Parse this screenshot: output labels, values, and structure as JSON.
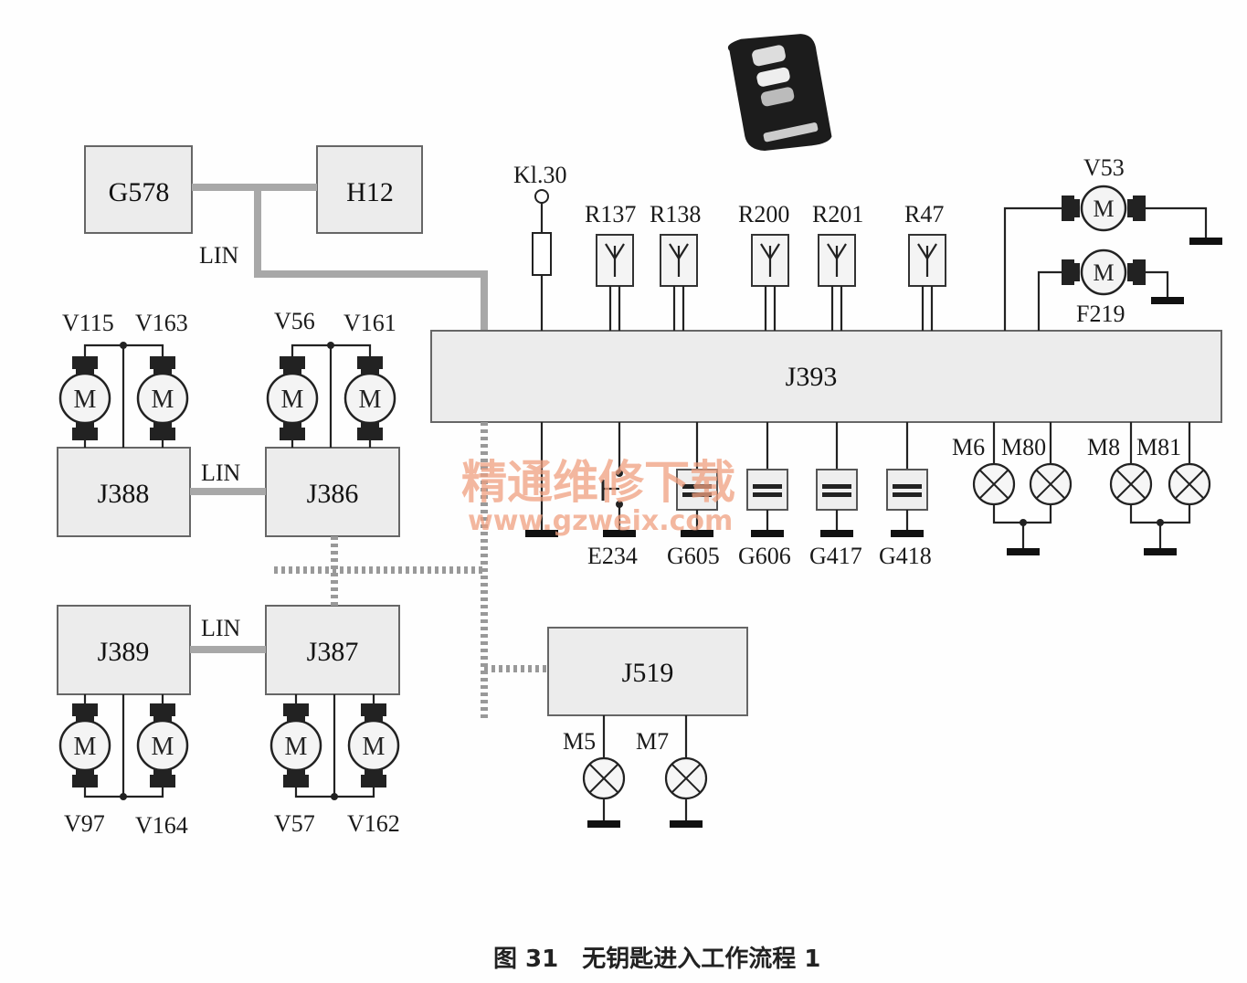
{
  "modules": {
    "g578": "G578",
    "h12": "H12",
    "j393": "J393",
    "j388": "J388",
    "j386": "J386",
    "j389": "J389",
    "j387": "J387",
    "j519": "J519"
  },
  "bus_labels": {
    "lin1": "LIN",
    "lin2": "LIN",
    "lin3": "LIN"
  },
  "terminal": "Kl.30",
  "antennas": [
    "R137",
    "R138",
    "R200",
    "R201",
    "R47"
  ],
  "motors": {
    "v115": "V115",
    "v163": "V163",
    "v56": "V56",
    "v161": "V161",
    "v97": "V97",
    "v164": "V164",
    "v57": "V57",
    "v162": "V162",
    "v53": "V53",
    "f219": "F219",
    "m_symbol": "M"
  },
  "sensors": [
    "E234",
    "G605",
    "G606",
    "G417",
    "G418"
  ],
  "lamps": {
    "m6": "M6",
    "m80": "M80",
    "m8": "M8",
    "m81": "M81",
    "m5": "M5",
    "m7": "M7"
  },
  "watermark": {
    "cn": "精通维修下载",
    "url": "www.gzweix.com"
  },
  "caption": "图 31　无钥匙进入工作流程 1",
  "colors": {
    "box_fill": "#ececec",
    "lin_bus": "#a8a8a8",
    "watermark": "#f0a080"
  },
  "icons": {
    "key_fob": "remote-key-icon",
    "motor": "motor-icon",
    "lamp": "lamp-icon",
    "antenna": "antenna-icon",
    "fuse": "fuse-icon",
    "ground": "ground-icon"
  }
}
